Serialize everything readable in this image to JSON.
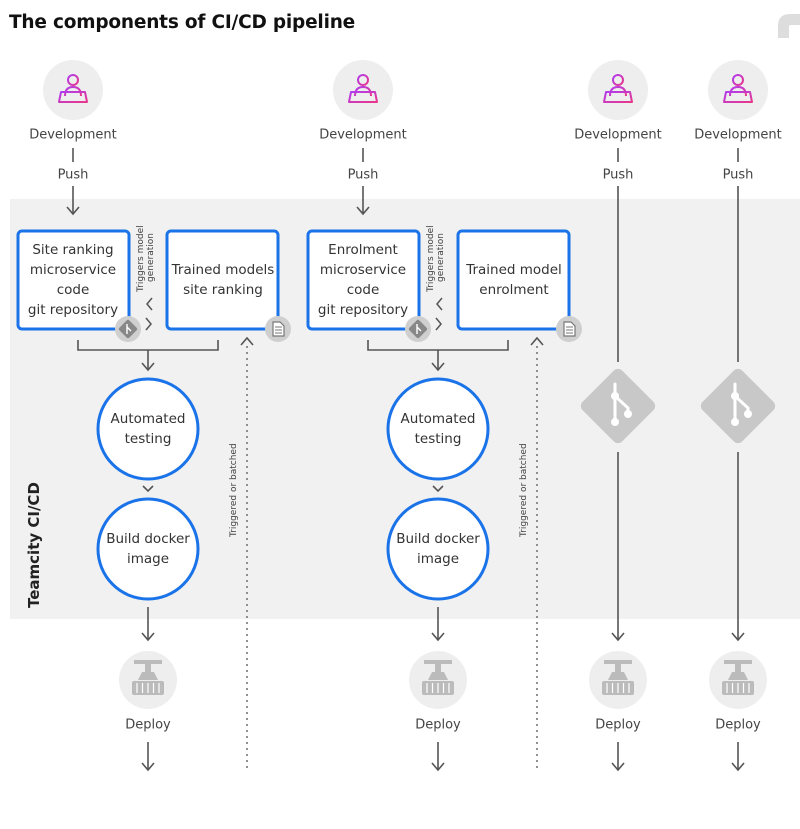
{
  "title": "The components of CI/CD pipeline",
  "side_label": "Teamcity CI/CD",
  "colors": {
    "band": "#f1f1f1",
    "accent": "#1a73e8",
    "icon_circle": "#eeeeee",
    "gray_icon": "#c8c8c8",
    "line": "#555555"
  },
  "icons": {
    "developer": "developer-laptop-icon",
    "git": "git-branch-icon",
    "document": "document-icon",
    "deploy": "deploy-crane-icon"
  },
  "columns": [
    {
      "id": "site-ranking",
      "development": "Development",
      "push": "Push",
      "repo_lines": [
        "Site ranking",
        "microservice",
        "code",
        "git repository"
      ],
      "model_lines": [
        "Trained models",
        "site ranking"
      ],
      "trigger_lines": [
        "Triggers model",
        "generation"
      ],
      "batch_label": "Triggered or batched",
      "testing_lines": [
        "Automated",
        "testing"
      ],
      "build_lines": [
        "Build docker",
        "image"
      ],
      "deploy": "Deploy"
    },
    {
      "id": "enrolment",
      "development": "Development",
      "push": "Push",
      "repo_lines": [
        "Enrolment",
        "microservice",
        "code",
        "git repository"
      ],
      "model_lines": [
        "Trained model",
        "enrolment"
      ],
      "trigger_lines": [
        "Triggers model",
        "generation"
      ],
      "batch_label": "Triggered or batched",
      "testing_lines": [
        "Automated",
        "testing"
      ],
      "build_lines": [
        "Build docker",
        "image"
      ],
      "deploy": "Deploy"
    },
    {
      "id": "simple-1",
      "development": "Development",
      "push": "Push",
      "deploy": "Deploy"
    },
    {
      "id": "simple-2",
      "development": "Development",
      "push": "Push",
      "deploy": "Deploy"
    }
  ]
}
